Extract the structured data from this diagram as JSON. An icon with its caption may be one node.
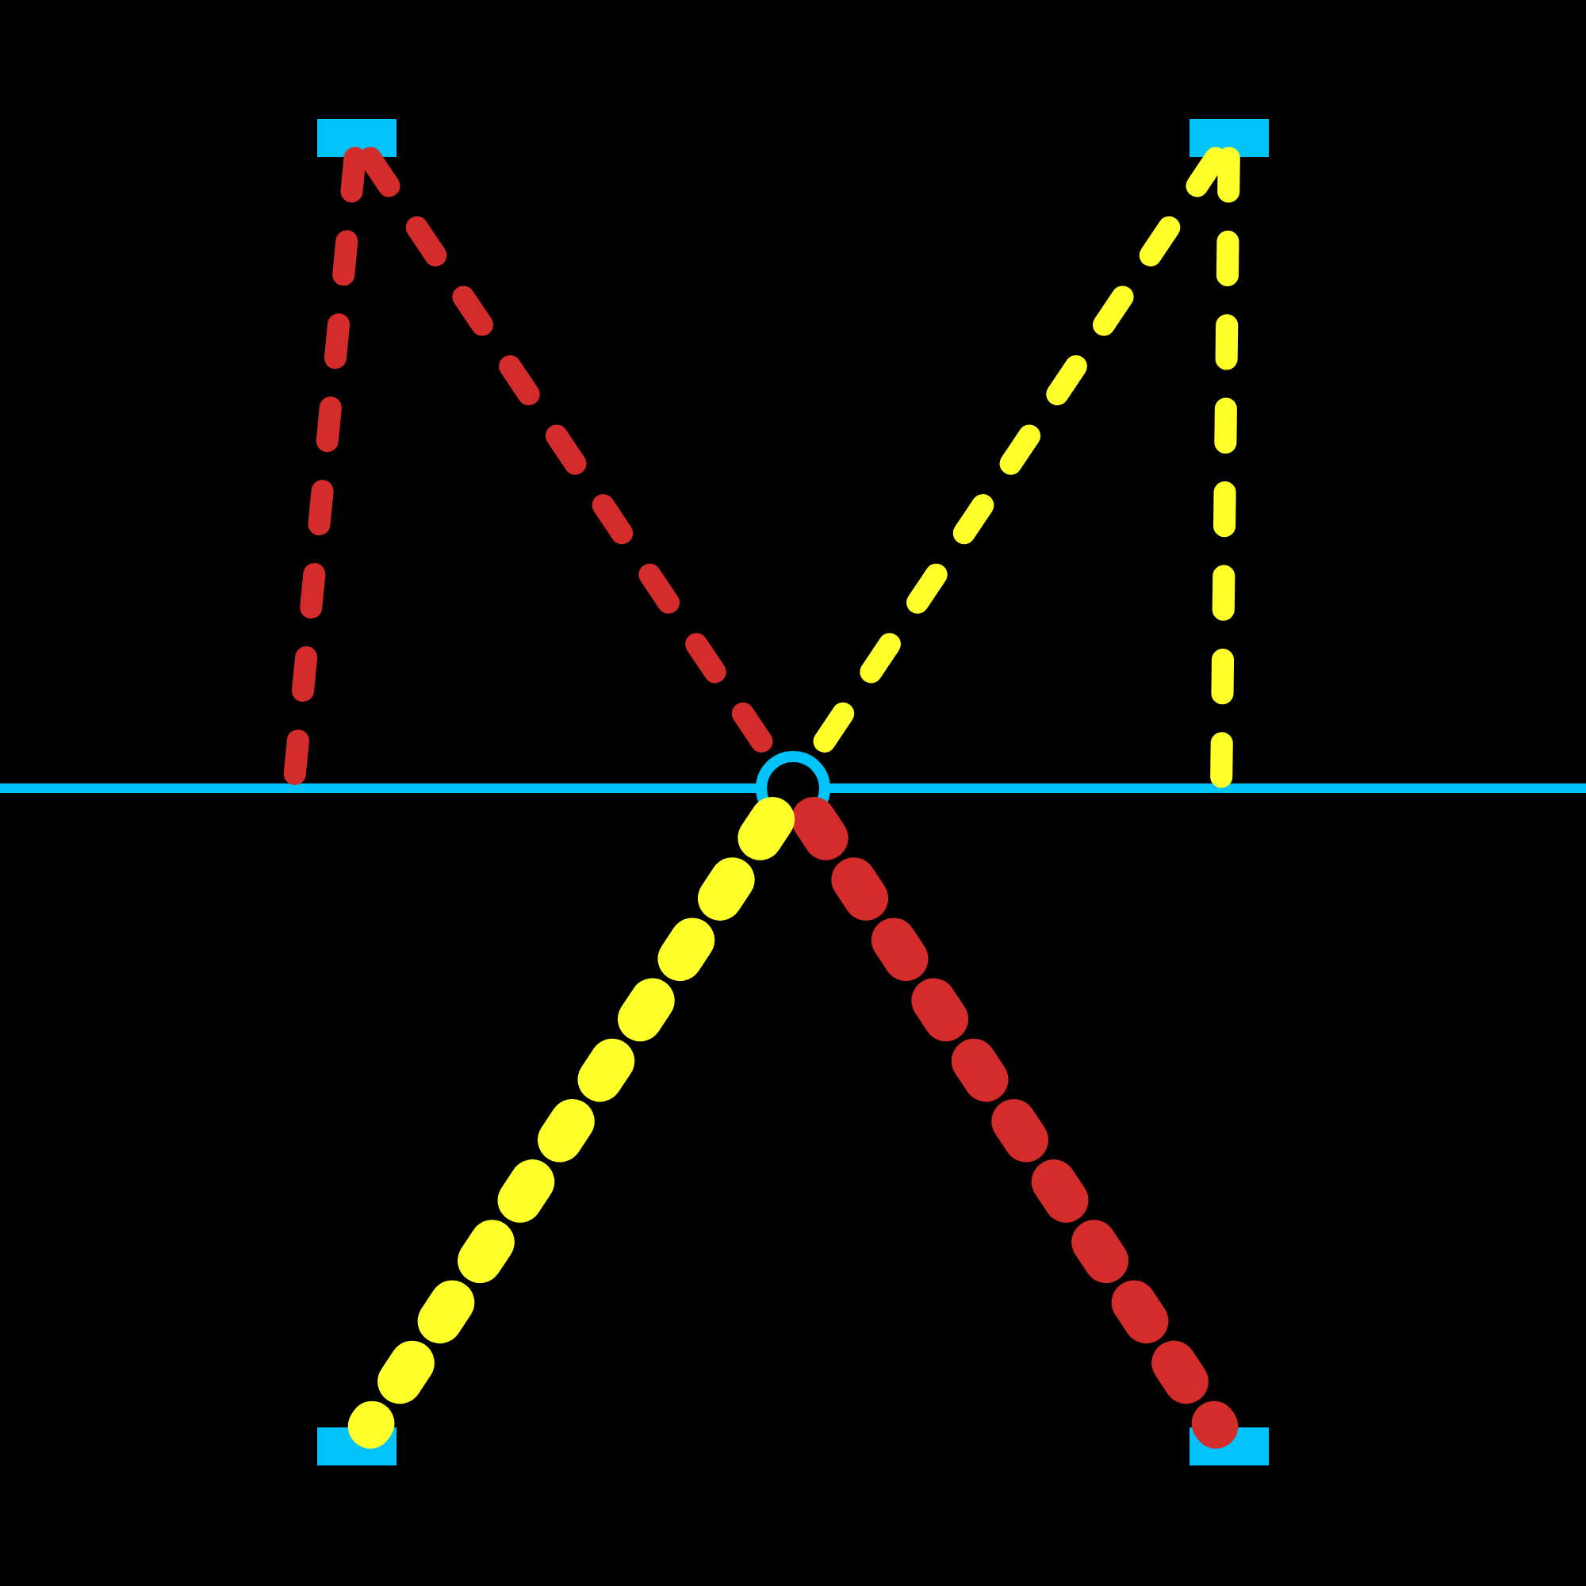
{
  "diagram": {
    "nodes": [
      {
        "text": [],
        "shape": "bar"
      },
      {
        "text": [],
        "shape": "bar"
      },
      {
        "text": [],
        "shape": "circle"
      },
      {
        "text": [],
        "shape": "bar"
      },
      {
        "text": [],
        "shape": "bar"
      }
    ],
    "edges": [
      {
        "from": 0,
        "to": 2,
        "arrow": "none",
        "style": "dashed",
        "color": "#d42b2b"
      },
      {
        "from": 2,
        "to": 4,
        "arrow": "none",
        "style": "dashed",
        "color": "#d42b2b"
      },
      {
        "from": 0,
        "to": null,
        "arrow": "none",
        "style": "dashed",
        "color": "#d42b2b"
      },
      {
        "from": 1,
        "to": 2,
        "arrow": "none",
        "style": "dashed",
        "color": "#ffff2a"
      },
      {
        "from": 2,
        "to": 3,
        "arrow": "none",
        "style": "dashed",
        "color": "#ffff2a"
      },
      {
        "from": 1,
        "to": null,
        "arrow": "none",
        "style": "dashed",
        "color": "#ffff2a"
      }
    ]
  }
}
